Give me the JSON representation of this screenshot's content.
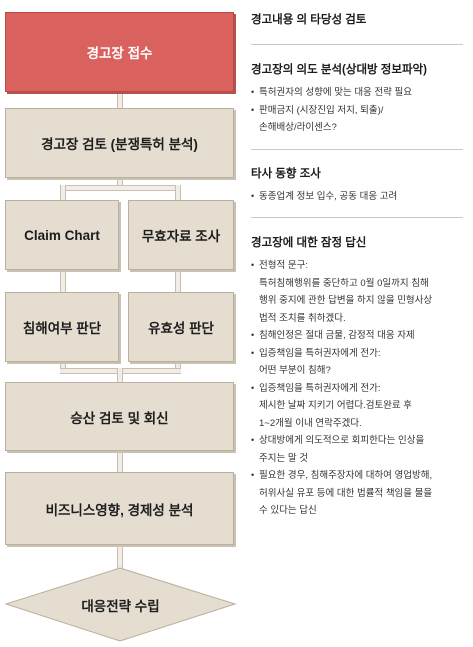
{
  "flow": {
    "step1": "경고장 접수",
    "step2": "경고장 검토 (분쟁특허 분석)",
    "step3a": "Claim Chart",
    "step3b": "무효자료 조사",
    "step4a": "침해여부 판단",
    "step4b": "유효성 판단",
    "step5": "승산 검토 및 회신",
    "step6": "비즈니스영향, 경제성 분석",
    "step7": "대응전략 수립"
  },
  "panel": {
    "s1": {
      "title": "경고내용 의 타당성 검토"
    },
    "s2": {
      "title": "경고장의 의도 분석(상대방 정보파악)",
      "items": [
        [
          "특허권자의 성향에 맞는 대응 전략 필요"
        ],
        [
          "판매금지 (시장진입 저지, 퇴출)/",
          "손해배상/라이센스?"
        ]
      ]
    },
    "s3": {
      "title": "타사 동향 조사",
      "items": [
        [
          "동종업계 정보 입수, 공동 대응 고려"
        ]
      ]
    },
    "s4": {
      "title": "경고장에 대한 잠정 답신",
      "items": [
        [
          "전형적 문구:",
          "특허침해행위를 중단하고 0월 0일까지 침해",
          "행위 중지에 관한 답변을 하지 않을 민형사상",
          "법적 조치를 취하겠다."
        ],
        [
          "침해인정은 절대 금물, 감정적 대응 자제"
        ],
        [
          "입증책임을 특허권자에게 전가:",
          "어떤 부분이 침해?"
        ],
        [
          "입증책임을 특허권자에게 전가:",
          "제시한 날짜 지키기 어렵다.검토완료 후",
          "1~2개월 이내 연락주겠다."
        ],
        [
          "상대방에게 의도적으로 회피한다는 인상을",
          "주지는 말 것"
        ],
        [
          "필요한 경우, 침해주장자에 대하여 영업방해,",
          "허위사실 유포 등에 대한 법률적 책임을 물을",
          "수 있다는 답신"
        ]
      ]
    }
  }
}
